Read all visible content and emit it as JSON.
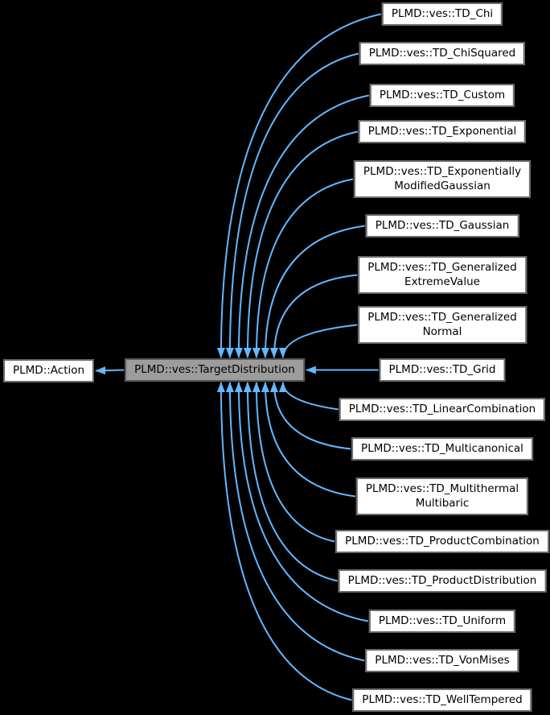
{
  "colors": {
    "background": "#000000",
    "edge": "#63b8ff",
    "node_fill": "#ffffff",
    "node_border": "#696969",
    "focus_fill": "#9c9c9c",
    "focus_border": "#5a5a5a",
    "text": "#000000"
  },
  "graph": {
    "type": "inheritance-diagram",
    "base": {
      "label": "PLMD::Action"
    },
    "focus": {
      "label": "PLMD::ves::TargetDistribution"
    },
    "derived": [
      {
        "label": "PLMD::ves::TD_Chi"
      },
      {
        "label": "PLMD::ves::TD_ChiSquared"
      },
      {
        "label": "PLMD::ves::TD_Custom"
      },
      {
        "label": "PLMD::ves::TD_Exponential"
      },
      {
        "label": "PLMD::ves::TD_Exponentially\nModifiedGaussian"
      },
      {
        "label": "PLMD::ves::TD_Gaussian"
      },
      {
        "label": "PLMD::ves::TD_Generalized\nExtremeValue"
      },
      {
        "label": "PLMD::ves::TD_Generalized\nNormal"
      },
      {
        "label": "PLMD::ves::TD_Grid"
      },
      {
        "label": "PLMD::ves::TD_LinearCombination"
      },
      {
        "label": "PLMD::ves::TD_Multicanonical"
      },
      {
        "label": "PLMD::ves::TD_Multithermal\nMultibaric"
      },
      {
        "label": "PLMD::ves::TD_ProductCombination"
      },
      {
        "label": "PLMD::ves::TD_ProductDistribution"
      },
      {
        "label": "PLMD::ves::TD_Uniform"
      },
      {
        "label": "PLMD::ves::TD_VonMises"
      },
      {
        "label": "PLMD::ves::TD_WellTempered"
      }
    ]
  }
}
